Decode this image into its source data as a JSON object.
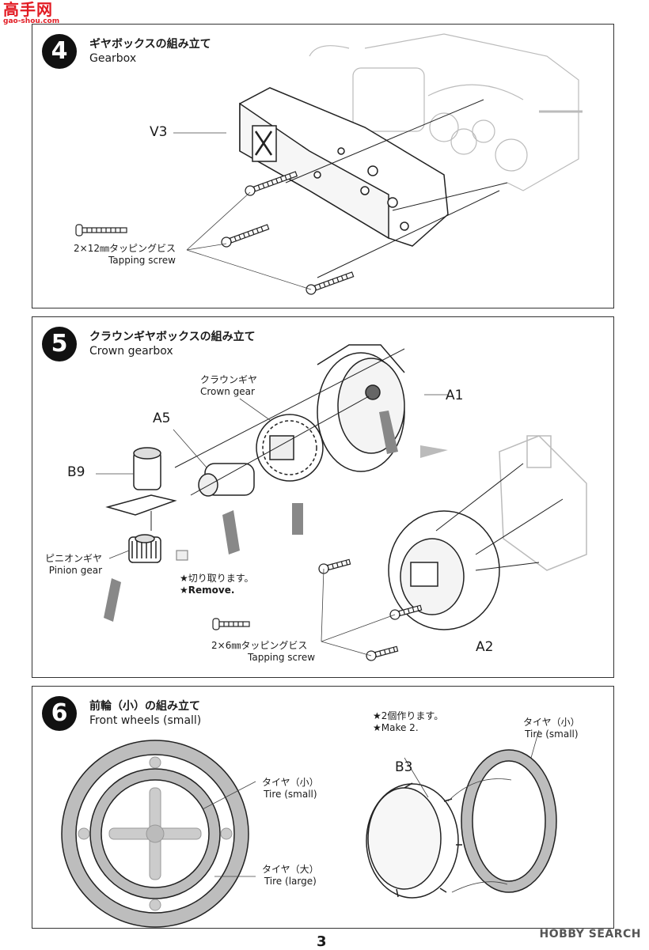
{
  "watermark_left": {
    "brand": "高手网",
    "url": "gao-shou.com"
  },
  "step4": {
    "number": "4",
    "title_jp": "ギヤボックスの組み立て",
    "title_en": "Gearbox",
    "part_v3": "V3",
    "screw_jp": "2×12㎜タッピングビス",
    "screw_en": "Tapping screw"
  },
  "step5": {
    "number": "5",
    "title_jp": "クラウンギヤボックスの組み立て",
    "title_en": "Crown gearbox",
    "crown_gear_jp": "クラウンギヤ",
    "crown_gear_en": "Crown gear",
    "part_a5": "A5",
    "part_a1": "A1",
    "part_b9": "B9",
    "part_a2": "A2",
    "pinion_jp": "ピニオンギヤ",
    "pinion_en": "Pinion gear",
    "remove_jp": "★切り取ります。",
    "remove_en": "★Remove.",
    "screw_jp": "2×6㎜タッピングビス",
    "screw_en": "Tapping screw"
  },
  "step6": {
    "number": "6",
    "title_jp": "前輪（小）の組み立て",
    "title_en": "Front wheels (small)",
    "make_jp": "★2個作ります。",
    "make_en": "★Make 2.",
    "tire_small_jp": "タイヤ（小）",
    "tire_small_en": "Tire (small)",
    "tire_large_jp": "タイヤ（大）",
    "tire_large_en": "Tire (large)",
    "part_b3": "B3"
  },
  "page_number": "3",
  "watermark_right": "HOBBY SEARCH"
}
